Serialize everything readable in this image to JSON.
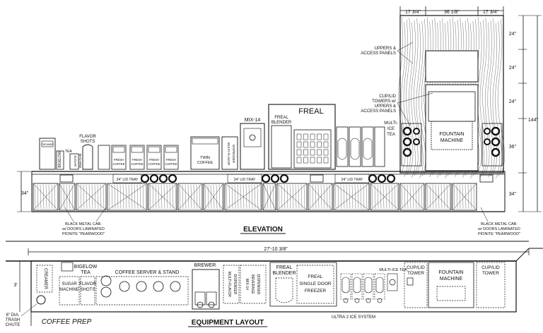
{
  "titles": {
    "elevation": "ELEVATION",
    "layout": "EQUIPMENT LAYOUT"
  },
  "dimensions": {
    "top_left": "17 3/4\"",
    "top_mid": "36 1/8\"",
    "top_right": "17 3/4\"",
    "h1": "24\"",
    "h2": "24\"",
    "h3": "24\"",
    "h4": "36\"",
    "h5": "34\"",
    "total_height": "144\"",
    "left_counter": "34\"",
    "overall_width": "27'-10 3/8\"",
    "depth": "3'",
    "trash": "6\" DIA.",
    "trash2": "TRASH",
    "trash3": "CHUTE"
  },
  "elevation": {
    "uppers": "UPPERS &",
    "uppers2": "ACCESS PANELS",
    "cup_lid": "CUP/LID",
    "cup_lid2": "TOWERS w/",
    "cup_lid3": "UPPERS &",
    "cup_lid4": "ACCESS PANELS",
    "fountain": "FOUNTAIN",
    "fountain2": "MACHINE",
    "freal": "FREAL",
    "freal_blender": "FREAL",
    "freal_blender2": "BLENDER",
    "mix14": "MIX-14",
    "multi_ice_tea": "MULTI-",
    "multi_ice_tea2": "ICE",
    "multi_ice_tea3": "TEA",
    "flavor_shots": "FLAVOR",
    "flavor_shots2": "SHOTS",
    "bigelow": "BIGELOW",
    "bigelow2": "TEA",
    "sugar": "SUGAR",
    "sugar2": "MACHINE",
    "creamer": "CREAMER",
    "fresh_coffee": [
      "FRESH",
      "COFFEE"
    ],
    "twin_coffee": "TWIN",
    "twin_coffee2": "COFFEE",
    "multi_flavor": "MULTI-FLAVOR",
    "multi_flavor2": "DISPENSER",
    "lid_tray": "24\" LID TRAY",
    "cab_left": "BLACK METAL CAB.",
    "cab_left2": "w/ DOORS LAMINATED",
    "cab_left3": "PIONITE \"PEARWOOD\"",
    "cab_right": "BLACK METAL CAB.",
    "cab_right2": "w/ DOORS LAMINATED",
    "cab_right3": "PIONITE \"PEARWOOD\""
  },
  "plan": {
    "creamer": "CREAMER",
    "bigelow": "BIGELOW",
    "bigelow2": "TEA",
    "sugar": "SUGAR",
    "sugar2": "MACHINE",
    "flavor": "FLAVOR",
    "flavor2": "SHOTS",
    "coffee_server": "COFFEE SERVER & STAND",
    "brewer": "BREWER",
    "multi_flavor": "MULTI-FLAVOR",
    "multi_flavor2": "DISPENSER",
    "mix14": "MIX-14",
    "mix14_2": "BEVERAGE",
    "mix14_3": "DISPENSER",
    "freal_blender": "FREAL",
    "freal_blender2": "BLENDER",
    "freal_freezer": "FREAL",
    "freal_freezer2": "SINGLE DOOR",
    "freal_freezer3": "FREEZER",
    "multi_ice": "MULTI-ICE TEA",
    "cup_lid_left": "CUP/LID",
    "cup_lid_left2": "TOWER",
    "fountain": "FOUNTAIN",
    "fountain2": "MACHINE",
    "cup_lid_right": "CUP/LID",
    "cup_lid_right2": "TOWER",
    "coffee_prep": "COFFEE PREP",
    "ice_system": "ULTRA 2 ICE SYSTEM"
  }
}
